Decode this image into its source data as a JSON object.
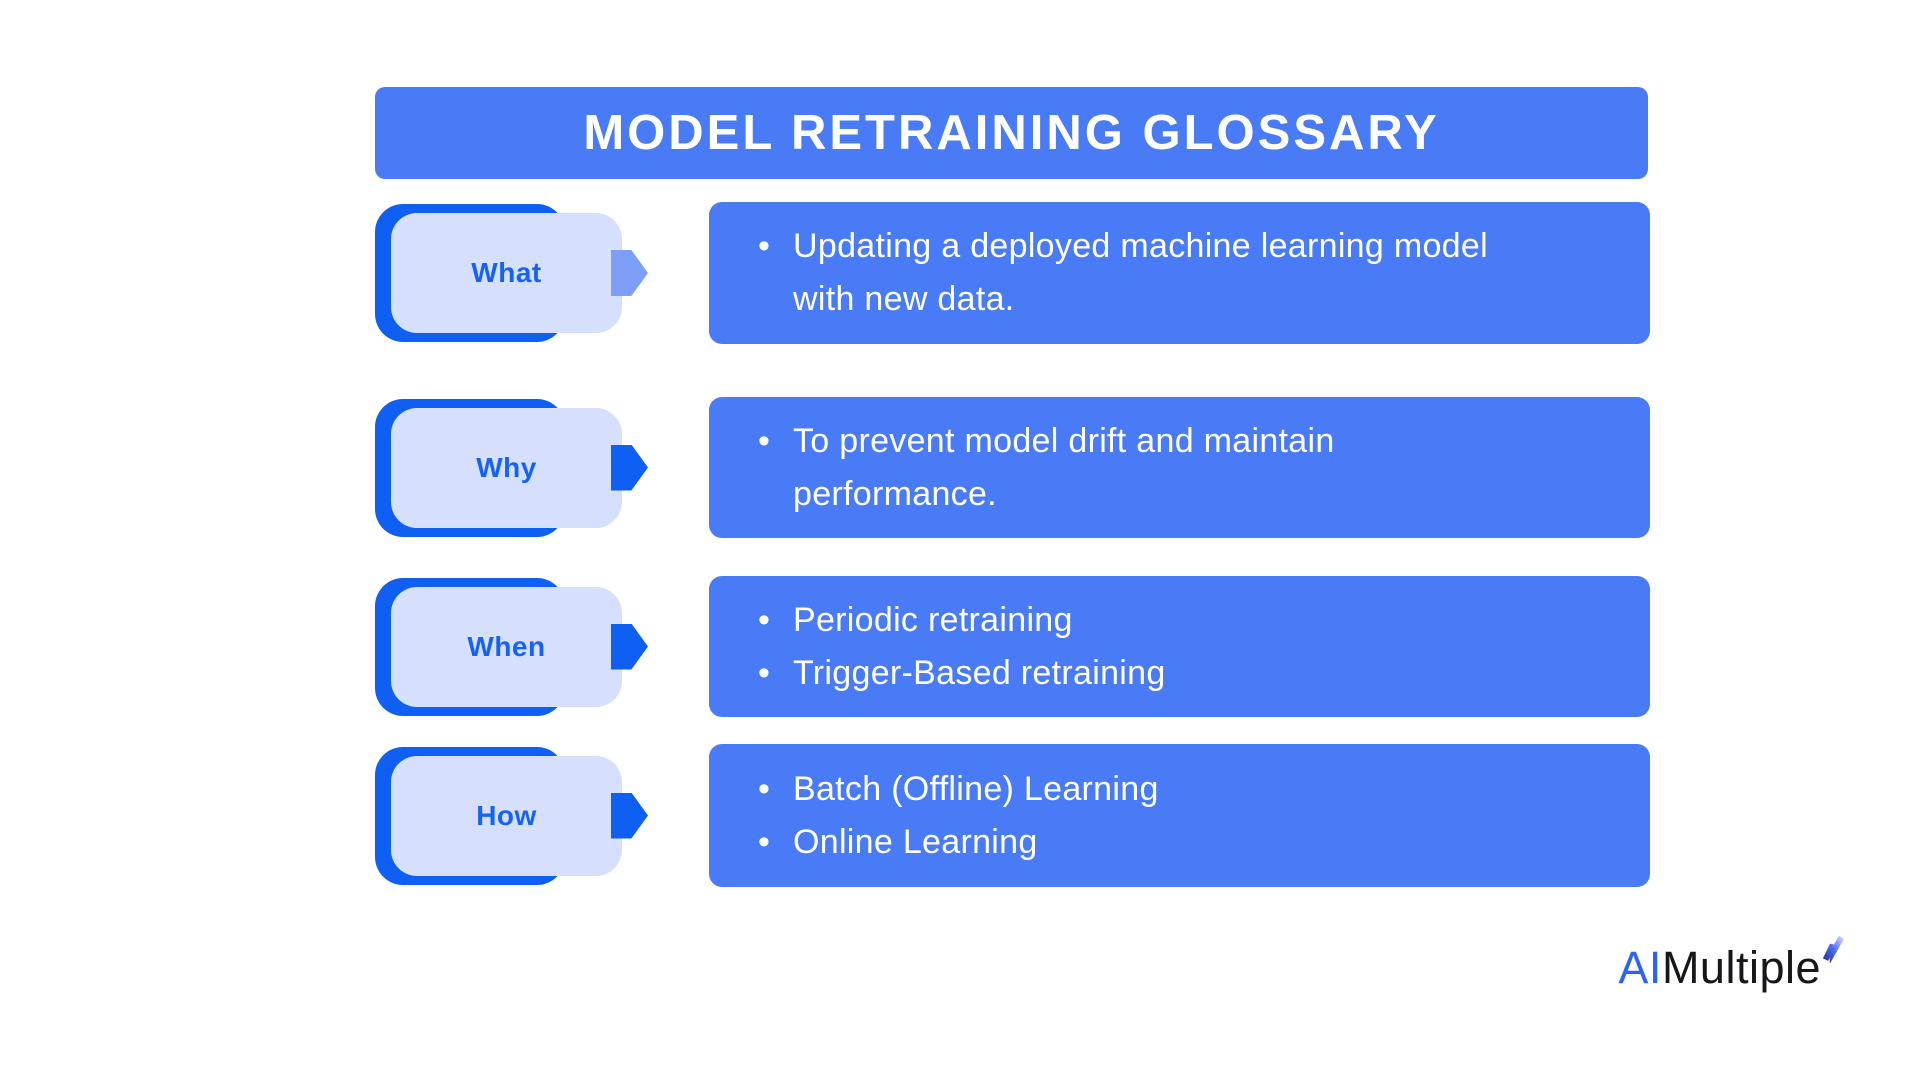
{
  "title_banner": {
    "title": "MODEL RETRAINING GLOSSARY"
  },
  "rows": [
    {
      "label": "What",
      "bullets": [
        "Updating a deployed machine learning model with new data."
      ]
    },
    {
      "label": "Why",
      "bullets": [
        "To prevent model drift and maintain performance."
      ]
    },
    {
      "label": "When",
      "bullets": [
        "Periodic retraining",
        "Trigger-Based retraining"
      ]
    },
    {
      "label": "How",
      "bullets": [
        "Batch (Offline) Learning",
        "Online Learning"
      ]
    }
  ],
  "logo": {
    "text_primary": "AI",
    "text_secondary": "Multiple",
    "icon": "lightning-bolt-icon"
  },
  "colors": {
    "primary_blue": "#4a7bf7",
    "accent_blue": "#0e5ff2",
    "light_lavender": "#d6dffb",
    "arrow_light_blue": "#7e9ff7",
    "label_blue": "#1463f6",
    "logo_blue": "#2d63f1",
    "logo_dark": "#16171b",
    "text_white": "#ffffff",
    "background": "#ffffff"
  }
}
